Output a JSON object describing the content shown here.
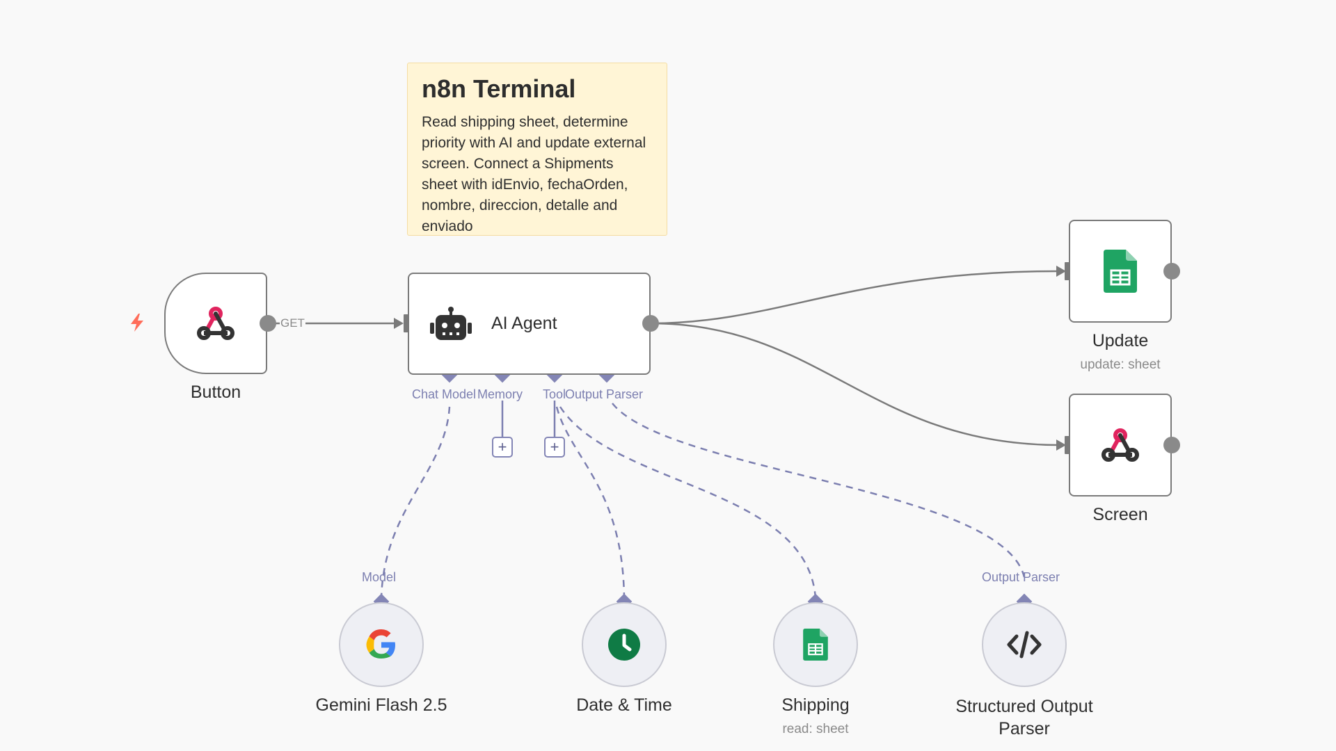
{
  "sticky": {
    "title": "n8n Terminal",
    "body": "Read shipping sheet, determine priority with AI and update external screen. Connect a Shipments sheet with idEnvio, fechaOrden, nombre, direccion, detalle and enviado"
  },
  "nodes": {
    "button": {
      "label": "Button",
      "icon": "webhook-icon"
    },
    "agent": {
      "title": "AI Agent",
      "icon": "robot-icon"
    },
    "update": {
      "label": "Update",
      "sublabel": "update: sheet",
      "icon": "google-sheets-icon"
    },
    "screen": {
      "label": "Screen",
      "icon": "webhook-icon"
    },
    "gemini": {
      "label": "Gemini Flash 2.5",
      "icon": "google-icon"
    },
    "datetime": {
      "label": "Date & Time",
      "icon": "clock-icon"
    },
    "shipping": {
      "label": "Shipping",
      "sublabel": "read: sheet",
      "icon": "google-sheets-icon"
    },
    "parser": {
      "label": "Structured Output Parser",
      "icon": "code-icon"
    }
  },
  "edges": {
    "get_label": "GET"
  },
  "agent_ports": {
    "chat_model": "Chat Model",
    "memory": "Memory",
    "tool": "Tool",
    "output_parser": "Output Parser"
  },
  "sub_ports": {
    "model": "Model",
    "output_parser": "Output Parser"
  },
  "plus": "+",
  "colors": {
    "canvas": "#f9f9f9",
    "wire": "#7a7a7a",
    "sub_wire": "#7c7fb0",
    "sticky": "#fff5d6",
    "trigger_bolt": "#ff6d5a",
    "webhook_pink": "#e0245e",
    "sheets_green": "#1fa463",
    "clock_green": "#0f7b45"
  }
}
